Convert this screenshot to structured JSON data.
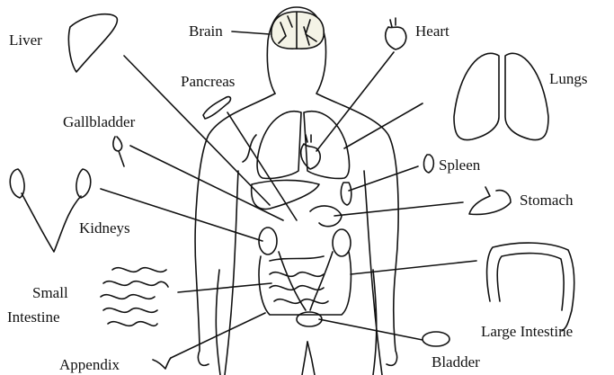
{
  "title": "Human Organs Diagram",
  "labels": {
    "liver": "Liver",
    "brain": "Brain",
    "heart": "Heart",
    "pancreas": "Pancreas",
    "lungs": "Lungs",
    "gallbladder": "Gallbladder",
    "spleen": "Spleen",
    "stomach": "Stomach",
    "kidneys": "Kidneys",
    "small_intestine_1": "Small",
    "small_intestine_2": "Intestine",
    "large_intestine": "Large Intestine",
    "appendix": "Appendix",
    "bladder": "Bladder"
  },
  "colors": {
    "line": "#111111",
    "brain_fill": "#f4f3e6"
  }
}
